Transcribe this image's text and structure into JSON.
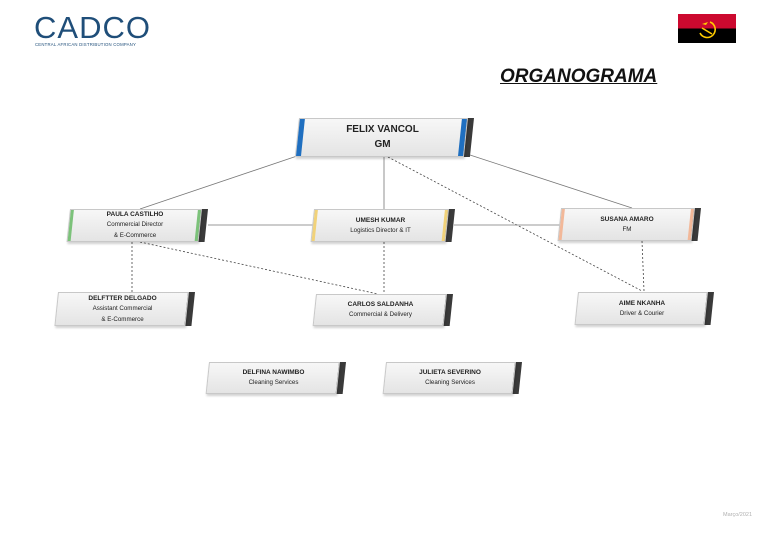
{
  "logo": {
    "text": "CADCO",
    "subtitle": "CENTRAL AFRICAN DISTRIBUTION COMPANY"
  },
  "title": "ORGANOGRAMA",
  "footer": "Março/2021",
  "colors": {
    "blue": "#1f6fc0",
    "green": "#7cc27a",
    "yellow": "#f1d27a",
    "orange": "#f2b899",
    "dark": "#3a3a3a"
  },
  "nodes": {
    "gm": {
      "name": "FELIX VANCOL",
      "role": "GM"
    },
    "paula": {
      "name": "PAULA CASTILHO",
      "role1": "Commercial Director",
      "role2": "& E-Commerce"
    },
    "umesh": {
      "name": "UMESH KUMAR",
      "role": "Logistics Director & IT"
    },
    "susana": {
      "name": "SUSANA AMARO",
      "role": "FM"
    },
    "delftter": {
      "name": "DELFTTER DELGADO",
      "role1": "Assistant Commercial",
      "role2": "& E-Commerce"
    },
    "carlos": {
      "name": "CARLOS SALDANHA",
      "role": "Commercial & Delivery"
    },
    "aime": {
      "name": "AIME NKANHA",
      "role": "Driver & Courier"
    },
    "delfina": {
      "name": "DELFINA NAWIMBO",
      "role": "Cleaning Services"
    },
    "julieta": {
      "name": "JULIETA SEVERINO",
      "role": "Cleaning Services"
    }
  }
}
